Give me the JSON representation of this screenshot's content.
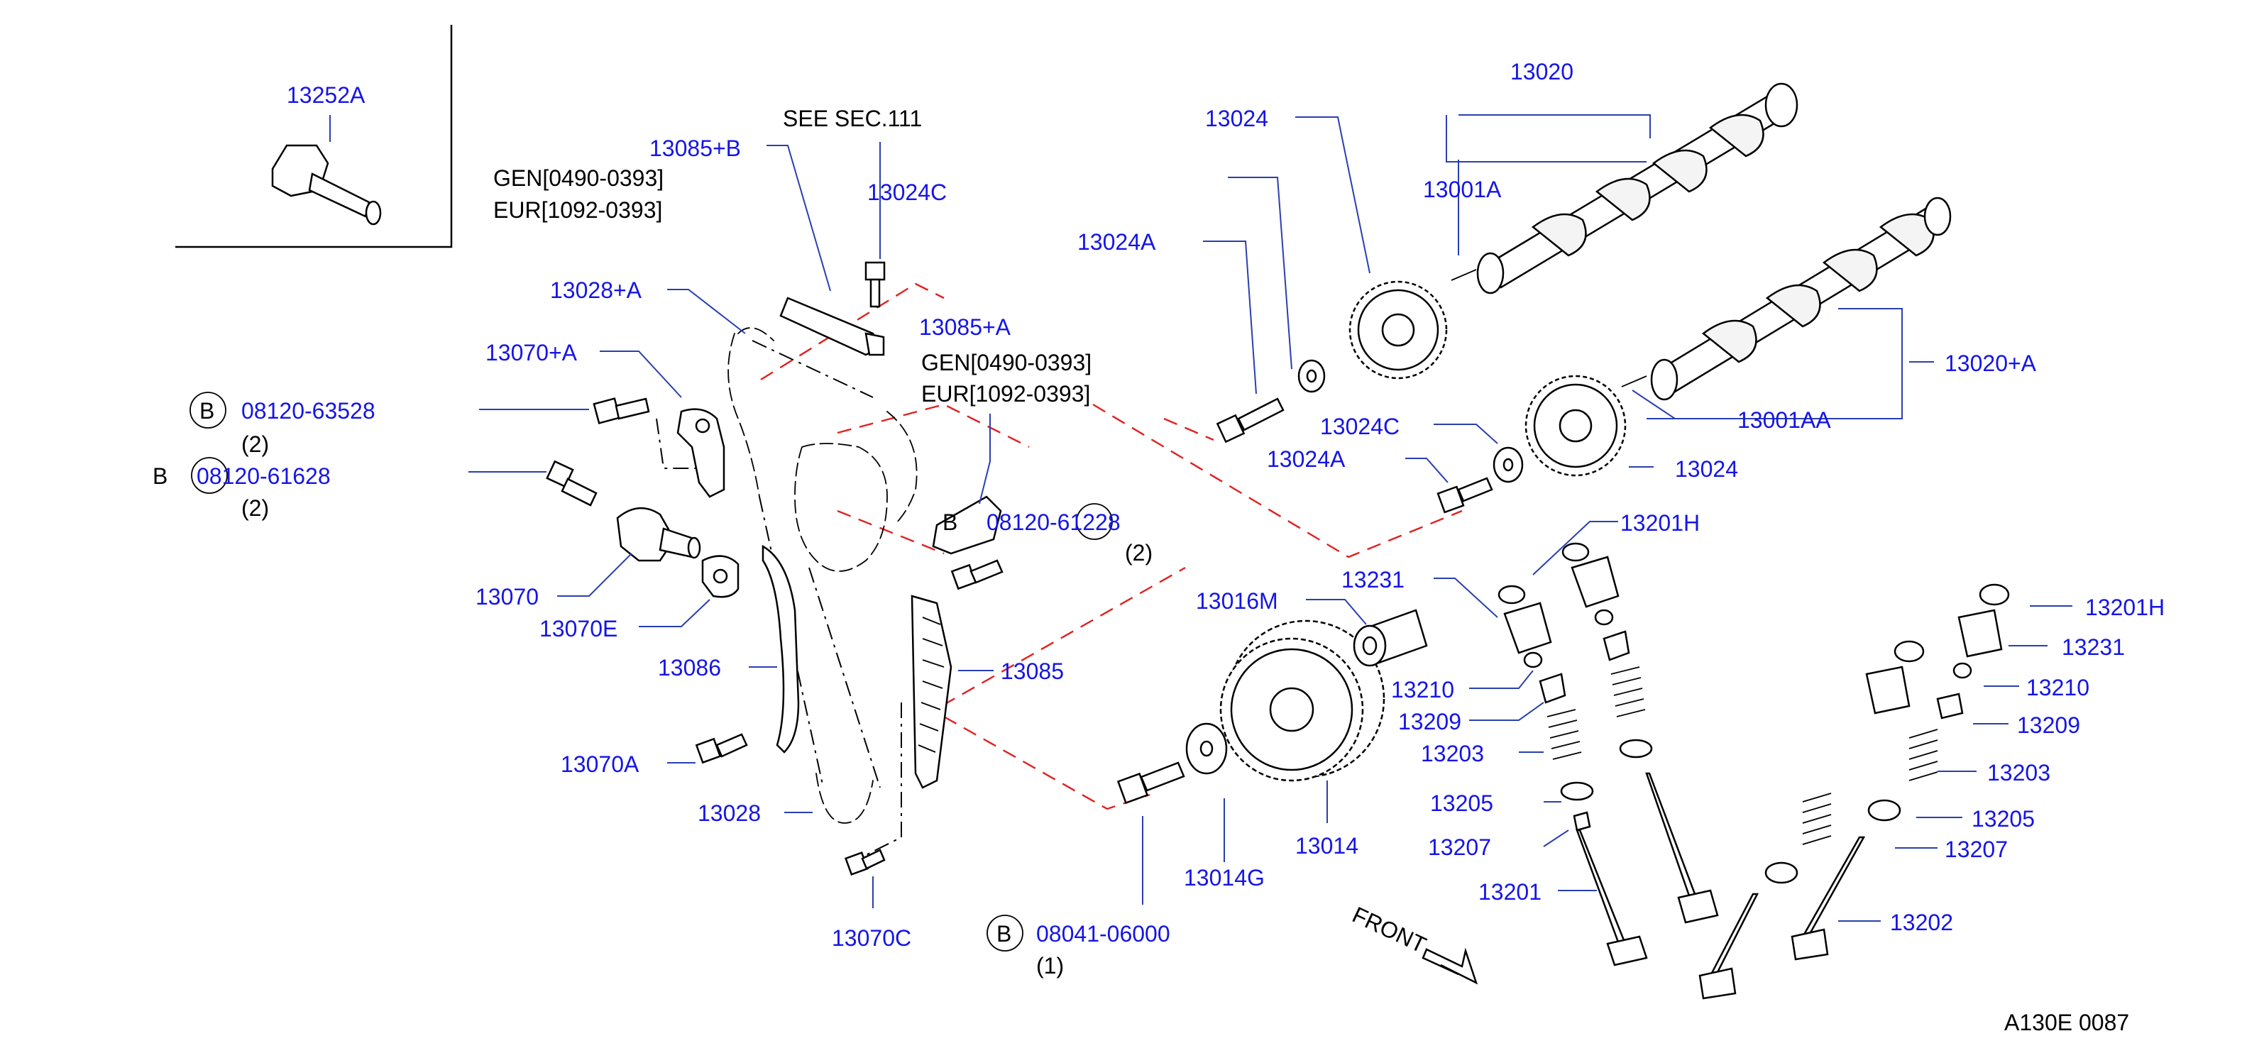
{
  "notes": {
    "see_sec": "SEE   SEC.111",
    "gen_1": "GEN[0490-0393]",
    "eur_1": "EUR[1092-0393]",
    "gen_2": "GEN[0490-0393]",
    "eur_2": "EUR[1092-0393]",
    "front": "FRONT",
    "figure_code": "A130E   0087"
  },
  "callouts": {
    "p13252A": "13252A",
    "p13085B": "13085+B",
    "p13024C_top": "13024C",
    "p13028A": "13028+A",
    "p13070A_plus": "13070+A",
    "p13085A": "13085+A",
    "p13070": "13070",
    "p13070E": "13070E",
    "p13086": "13086",
    "p13070A": "13070A",
    "p13028": "13028",
    "p13070C": "13070C",
    "p13085": "13085",
    "p13020": "13020",
    "p13024_top": "13024",
    "p13001A": "13001A",
    "p13024A_top": "13024A",
    "p13020A": "13020+A",
    "p13001AA": "13001AA",
    "p13024C_mid": "13024C",
    "p13024A_mid": "13024A",
    "p13024_mid": "13024",
    "p13201H_a": "13201H",
    "p13231_a": "13231",
    "p13016M": "13016M",
    "p13210_a": "13210",
    "p13209_a": "13209",
    "p13203_a": "13203",
    "p13205_a": "13205",
    "p13207_a": "13207",
    "p13201": "13201",
    "p13014": "13014",
    "p13014G": "13014G",
    "p13201H_b": "13201H",
    "p13231_b": "13231",
    "p13210_b": "13210",
    "p13209_b": "13209",
    "p13203_b": "13203",
    "p13205_b": "13205",
    "p13207_b": "13207",
    "p13202": "13202"
  },
  "bolts": [
    {
      "marker": "B",
      "number": "08120-63528",
      "qty": "(2)"
    },
    {
      "marker": "B",
      "number": "08120-61628",
      "qty": "(2)"
    },
    {
      "marker": "B",
      "number": "08120-61228",
      "qty": "(2)"
    },
    {
      "marker": "B",
      "number": "08041-06000",
      "qty": "(1)"
    }
  ],
  "colors": {
    "part_number": "#1515e6",
    "leader": "#2a3fb0",
    "section_line": "#e02020",
    "drawing": "#000000"
  }
}
